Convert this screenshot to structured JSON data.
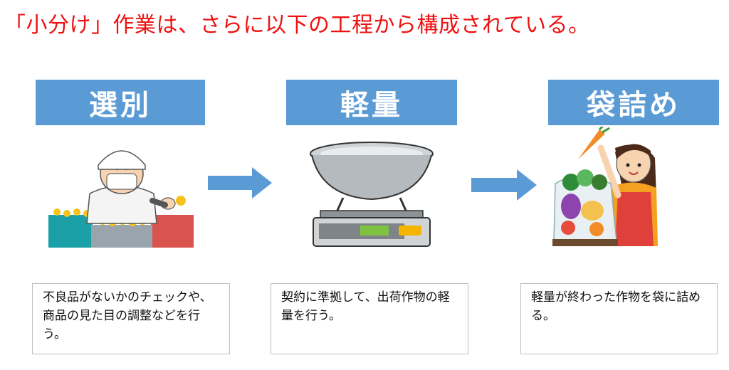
{
  "headline": "「小分け」作業は、さらに以下の工程から構成されている。",
  "steps": [
    {
      "title": "選別",
      "description": "不良品がないかのチェックや、商品の見た目の調整などを行う。"
    },
    {
      "title": "軽量",
      "description": "契約に準拠して、出荷作物の軽量を行う。"
    },
    {
      "title": "袋詰め",
      "description": "軽量が終わった作物を袋に詰める。"
    }
  ],
  "colors": {
    "headline": "#ee1111",
    "header_fill": "#5b9bd5",
    "arrow": "#5b9bd5"
  }
}
